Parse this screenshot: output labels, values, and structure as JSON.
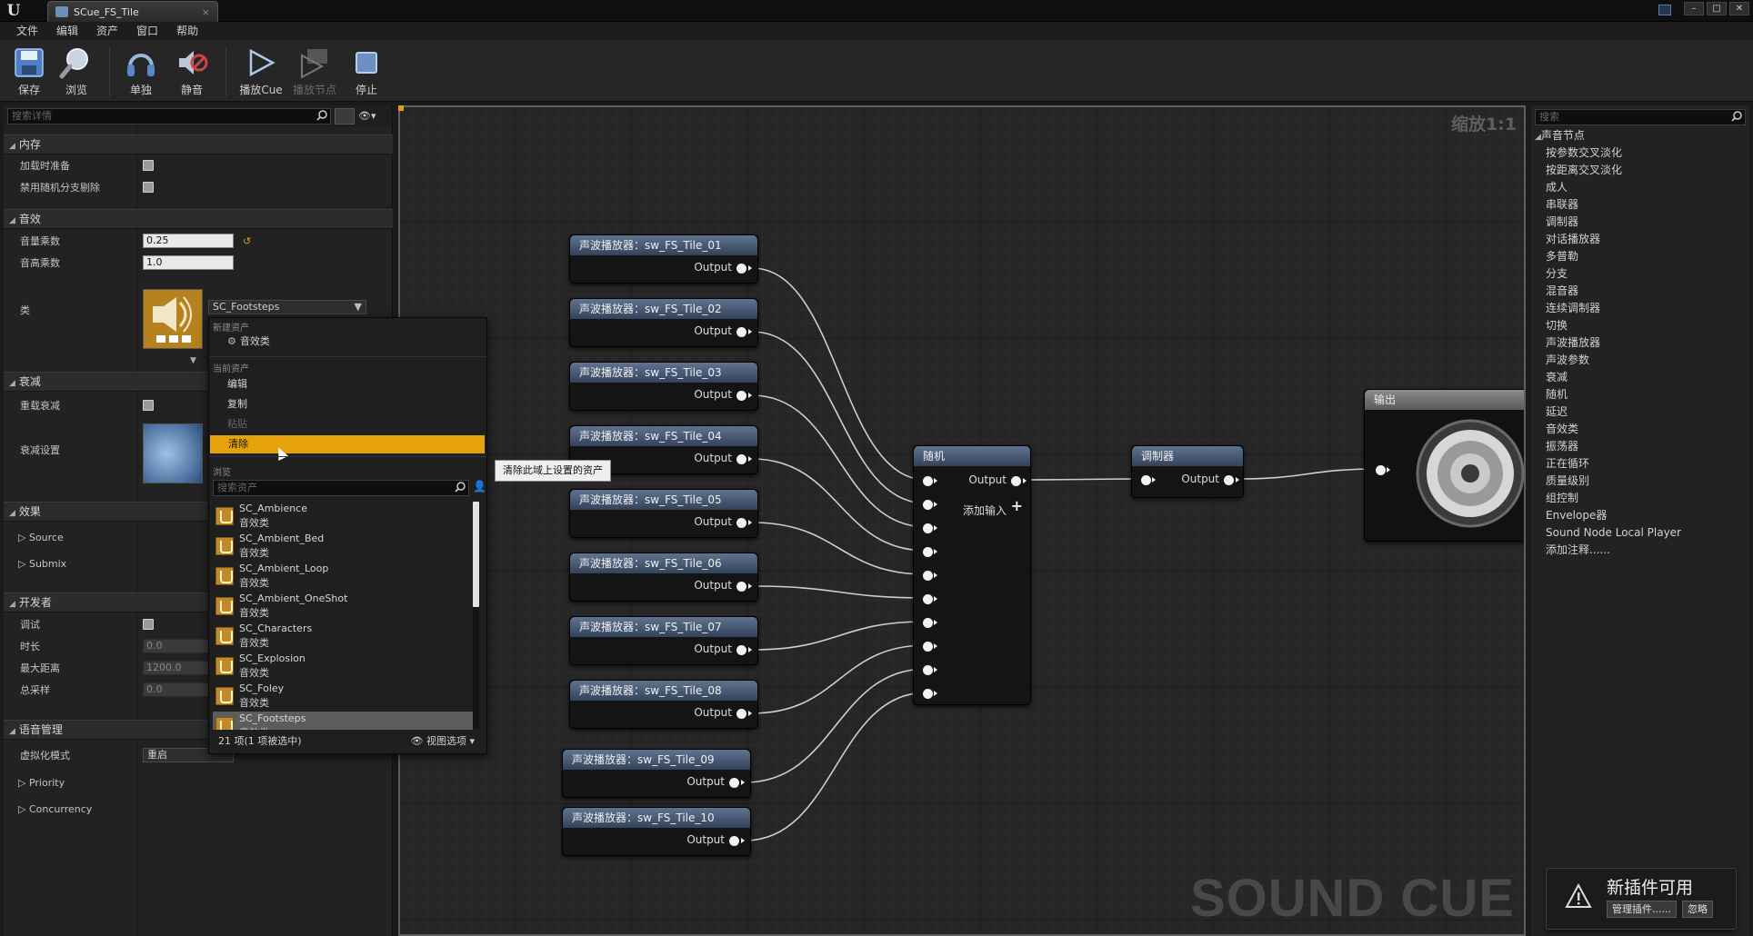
{
  "window": {
    "tab_title": "SCue_FS_Tile",
    "tab_close": "×",
    "minimize": "–",
    "maximize": "□",
    "close": "✕"
  },
  "menu": [
    "文件",
    "编辑",
    "资产",
    "窗口",
    "帮助"
  ],
  "toolbar": {
    "save": "保存",
    "browse": "浏览",
    "solo": "单独",
    "mute": "静音",
    "play_cue": "播放Cue",
    "play_node": "播放节点",
    "stop": "停止"
  },
  "details": {
    "search_placeholder": "搜索详情",
    "sections": {
      "memory": "内存",
      "sound": "音效",
      "attenuation": "衰减",
      "effects": "效果",
      "developer": "开发者",
      "voice_management": "语音管理"
    },
    "props": {
      "load_ready": "加载时准备",
      "disable_random_branch_cull": "禁用随机分支剔除",
      "volume_multiplier": "音量乘数",
      "volume_value": "0.25",
      "pitch_multiplier": "音高乘数",
      "pitch_value": "1.0",
      "class": "类",
      "class_value": "SC_Footsteps",
      "override_attenuation": "重载衰减",
      "attenuation_settings": "衰减设置",
      "source": "Source",
      "submix": "Submix",
      "debug": "调试",
      "duration": "时长",
      "duration_value": "0.0",
      "max_distance": "最大距离",
      "max_distance_value": "1200.0",
      "total_sample": "总采样",
      "total_sample_value": "0.0",
      "virtualization_mode": "虚拟化模式",
      "virtualization_value": "重启",
      "priority": "Priority",
      "concurrency": "Concurrency"
    }
  },
  "asset_menu": {
    "new_asset_header": "新建资产",
    "new_sound_class": "音效类",
    "current_asset_header": "当前资产",
    "edit": "编辑",
    "copy": "复制",
    "paste": "粘贴",
    "clear": "清除",
    "browse_header": "浏览",
    "search_placeholder": "搜索资产",
    "assets": [
      {
        "name": "SC_Ambience",
        "type": "音效类"
      },
      {
        "name": "SC_Ambient_Bed",
        "type": "音效类"
      },
      {
        "name": "SC_Ambient_Loop",
        "type": "音效类"
      },
      {
        "name": "SC_Ambient_OneShot",
        "type": "音效类"
      },
      {
        "name": "SC_Characters",
        "type": "音效类"
      },
      {
        "name": "SC_Explosion",
        "type": "音效类"
      },
      {
        "name": "SC_Foley",
        "type": "音效类"
      },
      {
        "name": "SC_Footsteps",
        "type": "音效类",
        "selected": true
      }
    ],
    "footer_count": "21 项(1 项被选中)",
    "view_options": "视图选项"
  },
  "tooltip": "清除此域上设置的资产",
  "graph": {
    "zoom": "缩放1:1",
    "watermark": "SOUND CUE",
    "wave_players": [
      "声波播放器：sw_FS_Tile_01",
      "声波播放器：sw_FS_Tile_02",
      "声波播放器：sw_FS_Tile_03",
      "声波播放器：sw_FS_Tile_04",
      "声波播放器：sw_FS_Tile_05",
      "声波播放器：sw_FS_Tile_06",
      "声波播放器：sw_FS_Tile_07",
      "声波播放器：sw_FS_Tile_08",
      "声波播放器：sw_FS_Tile_09",
      "声波播放器：sw_FS_Tile_10"
    ],
    "output_label": "Output",
    "random_node": "随机",
    "add_input": "添加输入",
    "modulator_node": "调制器",
    "output_node": "输出"
  },
  "palette": {
    "search_placeholder": "搜索",
    "category": "声音节点",
    "items": [
      "按参数交叉淡化",
      "按距离交叉淡化",
      "成人",
      "串联器",
      "调制器",
      "对话播放器",
      "多普勒",
      "分支",
      "混音器",
      "连续调制器",
      "切换",
      "声波播放器",
      "声波参数",
      "衰减",
      "随机",
      "延迟",
      "音效类",
      "振荡器",
      "正在循环",
      "质量级别",
      "组控制",
      "Envelope器",
      "Sound Node Local Player",
      "添加注释......"
    ]
  },
  "notification": {
    "title": "新插件可用",
    "manage": "管理插件......",
    "ignore": "忽略"
  }
}
